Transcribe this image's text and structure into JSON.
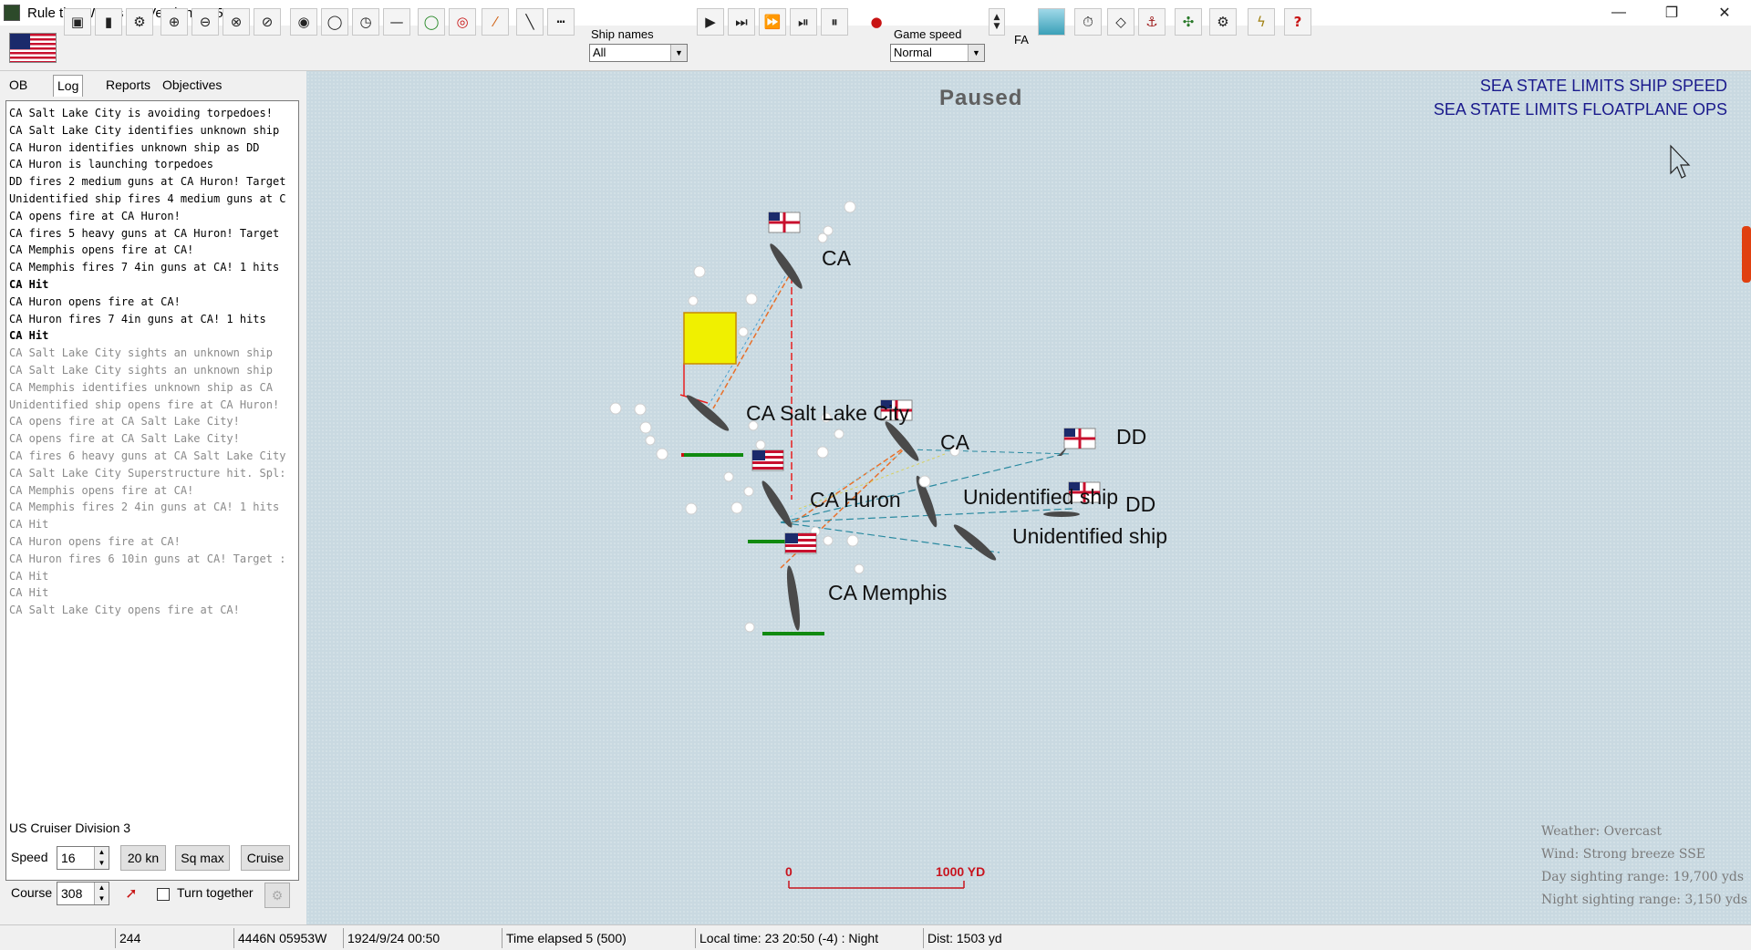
{
  "window": {
    "title": "Rule the Waves II - Version 1.25",
    "minimize": "—",
    "restore": "❐",
    "close": "✕"
  },
  "toolbar": {
    "ship_names_label": "Ship names",
    "ship_names_value": "All",
    "game_speed_label": "Game speed",
    "game_speed_value": "Normal",
    "fa_label": "FA",
    "help": "?"
  },
  "tabs": [
    {
      "label": "OB"
    },
    {
      "label": "Log"
    },
    {
      "label": "Reports"
    },
    {
      "label": "Objectives"
    }
  ],
  "log": [
    {
      "text": "CA Salt Lake City is avoiding torpedoes!",
      "style": "normal"
    },
    {
      "text": "CA Salt Lake City identifies unknown ship",
      "style": "normal"
    },
    {
      "text": "CA Huron identifies unknown ship as DD",
      "style": "normal"
    },
    {
      "text": "CA Huron is launching torpedoes",
      "style": "normal"
    },
    {
      "text": "DD fires 2 medium guns at CA Huron! Target",
      "style": "normal"
    },
    {
      "text": "Unidentified ship fires 4 medium guns at C",
      "style": "normal"
    },
    {
      "text": "CA opens fire at CA Huron!",
      "style": "normal"
    },
    {
      "text": "CA fires 5 heavy guns at CA Huron! Target",
      "style": "normal"
    },
    {
      "text": "CA Memphis opens fire at CA!",
      "style": "normal"
    },
    {
      "text": "CA Memphis fires 7 4in guns at CA! 1 hits",
      "style": "normal"
    },
    {
      "text": "CA Hit",
      "style": "bold"
    },
    {
      "text": "CA Huron opens fire at CA!",
      "style": "normal"
    },
    {
      "text": "CA Huron fires 7 4in guns at CA! 1 hits",
      "style": "normal"
    },
    {
      "text": "CA Hit",
      "style": "bold"
    },
    {
      "text": "CA Salt Lake City sights an unknown ship",
      "style": "dim"
    },
    {
      "text": "CA Salt Lake City sights an unknown ship",
      "style": "dim"
    },
    {
      "text": "CA Memphis identifies unknown ship as CA",
      "style": "dim"
    },
    {
      "text": "Unidentified ship opens fire at CA Huron!",
      "style": "dim"
    },
    {
      "text": "CA opens fire at CA Salt Lake City!",
      "style": "dim"
    },
    {
      "text": "CA opens fire at CA Salt Lake City!",
      "style": "dim"
    },
    {
      "text": "CA fires 6 heavy guns at CA Salt Lake City",
      "style": "dim"
    },
    {
      "text": "CA Salt Lake City Superstructure hit. Spl:",
      "style": "dim"
    },
    {
      "text": "CA Memphis opens fire at CA!",
      "style": "dim"
    },
    {
      "text": "CA Memphis fires 2 4in guns at CA! 1 hits",
      "style": "dim"
    },
    {
      "text": "CA Hit",
      "style": "dim"
    },
    {
      "text": "CA Huron opens fire at CA!",
      "style": "dim"
    },
    {
      "text": "CA Huron fires 6 10in guns at CA! Target :",
      "style": "dim"
    },
    {
      "text": "CA Hit",
      "style": "dim"
    },
    {
      "text": "CA Hit",
      "style": "dim"
    },
    {
      "text": "CA Salt Lake City opens fire at CA!",
      "style": "dim"
    }
  ],
  "controls": {
    "division": "US Cruiser Division 3",
    "speed_label": "Speed",
    "speed_value": "16",
    "btn_20kn": "20 kn",
    "btn_sqmax": "Sq max",
    "btn_cruise": "Cruise",
    "course_label": "Course",
    "course_value": "308",
    "turn_together": "Turn together"
  },
  "map": {
    "status": "Paused",
    "warning_1": "SEA STATE LIMITS SHIP SPEED",
    "warning_2": "SEA STATE LIMITS FLOATPLANE OPS",
    "ship_labels": {
      "ca_enemy_north": "CA",
      "salt_lake_city": "CA Salt Lake City",
      "ca_enemy_mid": "CA",
      "dd_1": "DD",
      "unidentified_1": "Unidentified ship",
      "dd_2": "DD",
      "ca_huron": "CA Huron",
      "unidentified_2": "Unidentified ship",
      "ca_memphis": "CA Memphis"
    },
    "scale_start": "0",
    "scale_end": "1000 YD",
    "weather": "Weather: Overcast",
    "wind": "Wind: Strong breeze  SSE",
    "day_range": "Day sighting range: 19,700 yds",
    "night_range": "Night sighting range: 3,150 yds"
  },
  "status_bar": {
    "cell_1": "244",
    "cell_2": "4446N 05953W",
    "cell_3": "1924/9/24 00:50",
    "cell_4": "Time elapsed 5 (500)",
    "cell_5": "Local time: 23 20:50 (-4) : Night",
    "cell_6": "Dist: 1503 yd"
  }
}
